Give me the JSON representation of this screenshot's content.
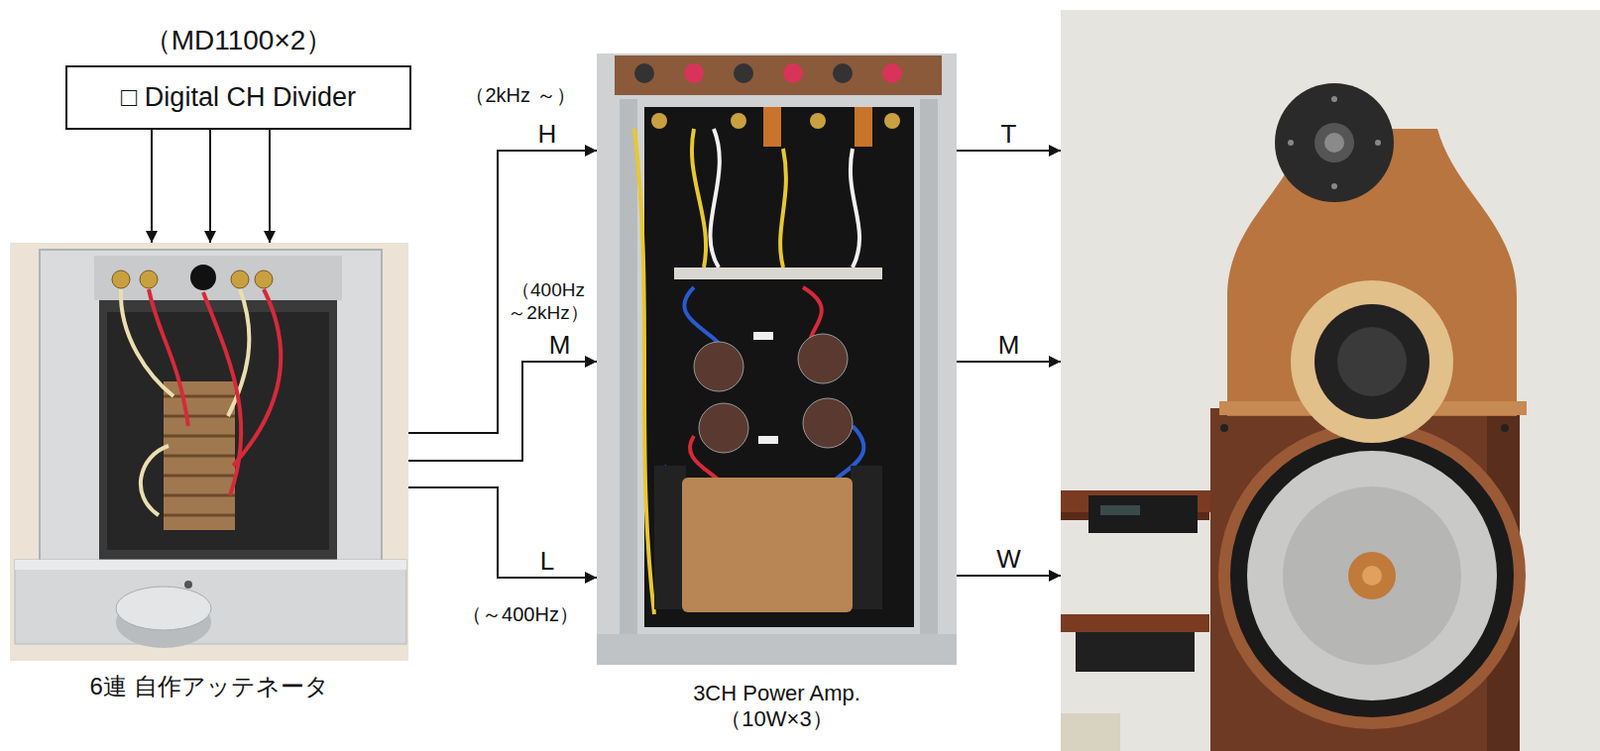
{
  "diagram": {
    "nodes": [
      {
        "text": [
          "（MD1100×2）",
          "□ Digital CH Divider"
        ]
      },
      {
        "text": [
          "6連 自作アッテネータ"
        ]
      },
      {
        "text": [
          "3CH Power Amp. （10W×3）"
        ]
      },
      {
        "text": []
      }
    ],
    "edges": [
      {
        "from": 0,
        "to": 1,
        "arrow": "to"
      },
      {
        "from": 0,
        "to": 1,
        "arrow": "to"
      },
      {
        "from": 0,
        "to": 1,
        "arrow": "to"
      },
      {
        "from": 1,
        "to": 2,
        "label": "H",
        "arrow": "to"
      },
      {
        "from": 1,
        "to": 2,
        "label": "M",
        "arrow": "to"
      },
      {
        "from": 1,
        "to": 2,
        "label": "L",
        "arrow": "to"
      },
      {
        "from": 2,
        "to": 3,
        "label": "T",
        "arrow": "to"
      },
      {
        "from": 2,
        "to": 3,
        "label": "M",
        "arrow": "to"
      },
      {
        "from": 2,
        "to": 3,
        "label": "W",
        "arrow": "to"
      }
    ],
    "labels": [
      "（2kHz ～）",
      "（400Hz ～2kHz）",
      "（～400Hz）"
    ]
  }
}
